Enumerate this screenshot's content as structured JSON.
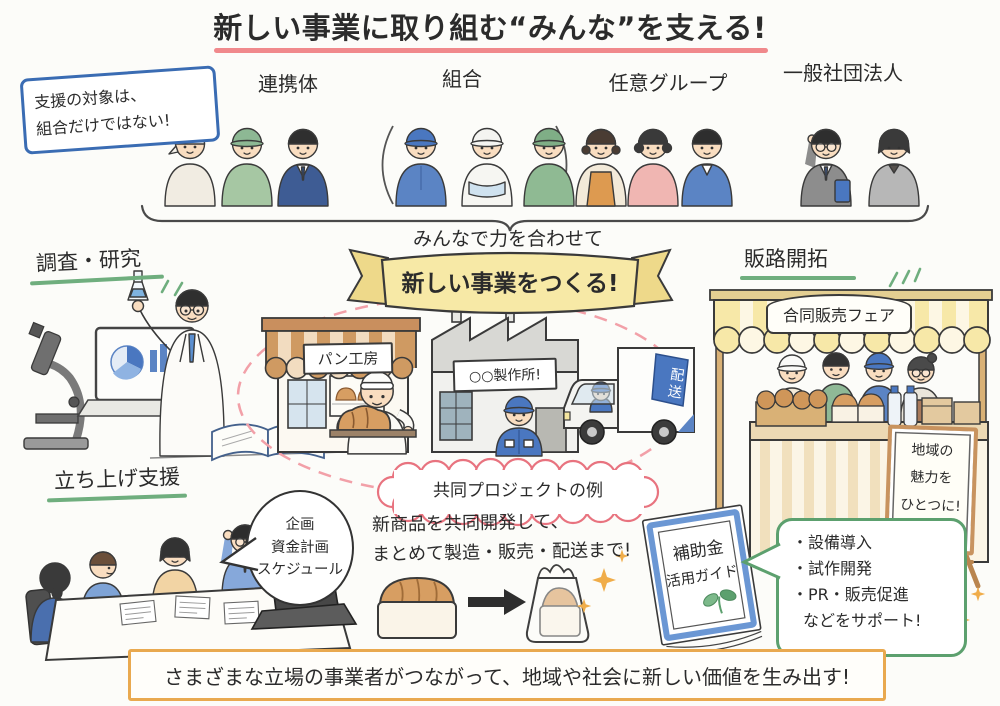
{
  "title": "新しい事業に取り組む“みんな”を支える!",
  "support_note": {
    "line1": "支援の対象は、",
    "line2": "組合だけではない!"
  },
  "groups": [
    {
      "label": "連携体"
    },
    {
      "label": "組合"
    },
    {
      "label": "任意グループ"
    },
    {
      "label": "一般社団法人"
    }
  ],
  "center": {
    "tagline": "みんなで力を合わせて",
    "banner": "新しい事業をつくる!",
    "bakery_sign": "パン工房",
    "factory_sign": "○○製作所!",
    "delivery_sign": "配送"
  },
  "research": {
    "label": "調査・研究"
  },
  "startup": {
    "label": "立ち上げ支援",
    "bubble_lines": [
      "企画",
      "資金計画",
      "スケジュール"
    ]
  },
  "sales": {
    "label": "販路開拓",
    "fair_banner": "合同販売フェア",
    "sign_lines": [
      "地域の",
      "魅力を",
      "ひとつに!"
    ]
  },
  "project_example": {
    "bubble_label": "共同プロジェクトの例",
    "lines": [
      "新商品を共同開発して、",
      "まとめて製造・販売・配送まで!"
    ]
  },
  "subsidy": {
    "booklet_lines": [
      "補助金",
      "活用ガイド"
    ],
    "bubble_lines": [
      "・設備導入",
      "・試作開発",
      "・PR・販売促進",
      "などをサポート!"
    ]
  },
  "footer": "さまざまな立場の事業者がつながって、地域や社会に新しい価値を生み出す!",
  "colors": {
    "title_underline": "#f0898c",
    "section_underline": "#6fae7e",
    "note_border": "#3a6cb3",
    "ribbon": "#f7e9a6",
    "dashed_ellipse": "#f2a0a8",
    "cloud_border": "#e8737f",
    "footer_border": "#e9a94f",
    "support_bubble_border": "#5ca06e",
    "booklet_frame": "#6b97d4",
    "sparkle": "#f0ad4a"
  }
}
